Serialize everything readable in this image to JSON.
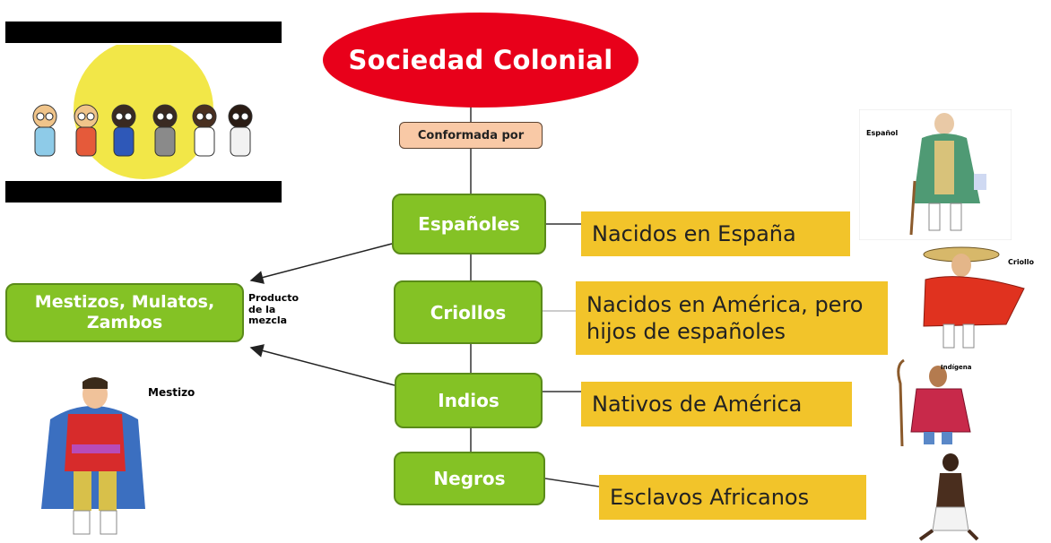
{
  "diagram": {
    "title": "Sociedad Colonial",
    "subtitle_link": "Conformada por",
    "groups": [
      {
        "name": "Españoles",
        "description": "Nacidos en España"
      },
      {
        "name": "Criollos",
        "description": "Nacidos en América, pero hijos de españoles"
      },
      {
        "name": "Indios",
        "description": "Nativos de América"
      },
      {
        "name": "Negros",
        "description": "Esclavos Africanos"
      }
    ],
    "mixed": {
      "name": "Mestizos, Mulatos, Zambos",
      "relation_label": "Producto de la mezcla"
    },
    "figure_labels": {
      "espanol": "Español",
      "criollo": "Criollo",
      "indigena": "Indígena",
      "mestizo": "Mestizo"
    }
  },
  "colors": {
    "title_fill": "#e8001a",
    "group_fill": "#84c225",
    "description_fill": "#f2c42a",
    "link_fill": "#f9c9a6"
  },
  "icons": [
    "cartoon-characters-illustration",
    "espanol-figure",
    "criollo-figure",
    "indigena-figure",
    "african-figure",
    "mestizo-figure"
  ]
}
